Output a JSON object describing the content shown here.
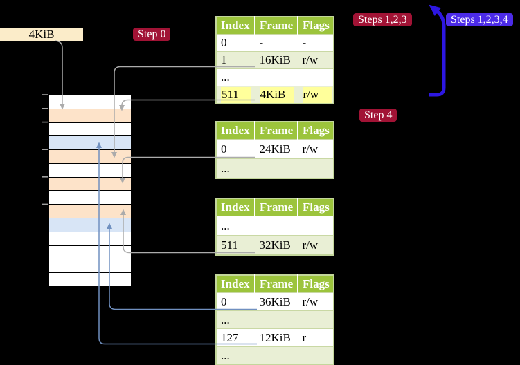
{
  "figure": {
    "frame_label": "4KiB",
    "badges": {
      "step0": "Step 0",
      "steps123": "Steps 1,2,3",
      "steps1234": "Steps 1,2,3,4",
      "step4": "Step 4"
    },
    "tables": [
      {
        "id": "page-table-1",
        "headers": [
          "Index",
          "Frame",
          "Flags"
        ],
        "rows": [
          [
            "0",
            "-",
            "-"
          ],
          [
            "1",
            "16KiB",
            "r/w"
          ],
          [
            "...",
            "",
            ""
          ],
          [
            "511",
            "4KiB",
            "r/w"
          ]
        ],
        "highlighted_row_index": 3
      },
      {
        "id": "page-table-2",
        "headers": [
          "Index",
          "Frame",
          "Flags"
        ],
        "rows": [
          [
            "0",
            "24KiB",
            "r/w"
          ],
          [
            "...",
            "",
            ""
          ]
        ]
      },
      {
        "id": "page-table-3",
        "headers": [
          "Index",
          "Frame",
          "Flags"
        ],
        "rows": [
          [
            "...",
            "",
            ""
          ],
          [
            "511",
            "32KiB",
            "r/w"
          ]
        ]
      },
      {
        "id": "page-table-4",
        "headers": [
          "Index",
          "Frame",
          "Flags"
        ],
        "rows": [
          [
            "0",
            "36KiB",
            "r/w"
          ],
          [
            "...",
            "",
            ""
          ],
          [
            "127",
            "12KiB",
            "r"
          ],
          [
            "...",
            "",
            ""
          ]
        ]
      }
    ],
    "memory": {
      "rows": [
        "white",
        "peach",
        "white",
        "blue",
        "peach",
        "white",
        "peach",
        "white",
        "peach",
        "blue",
        "white",
        "white",
        "white",
        "white"
      ]
    },
    "colors": {
      "table_header_green": "#9cc43c",
      "table_alt_row": "#e9efd5",
      "table_border": "#c3d69b",
      "highlight_yellow": "#ffff9b",
      "memory_frame_peach": "#fde3c9",
      "memory_frame_blue": "#d8e5f6",
      "badge_red": "#a11335",
      "badge_blue": "#4c2be8",
      "big_arrow_blue": "#2d17e2",
      "connector_gray": "#ababab",
      "connector_steel_blue": "#7090c0",
      "frame_label_bg": "#fbecc9"
    }
  }
}
